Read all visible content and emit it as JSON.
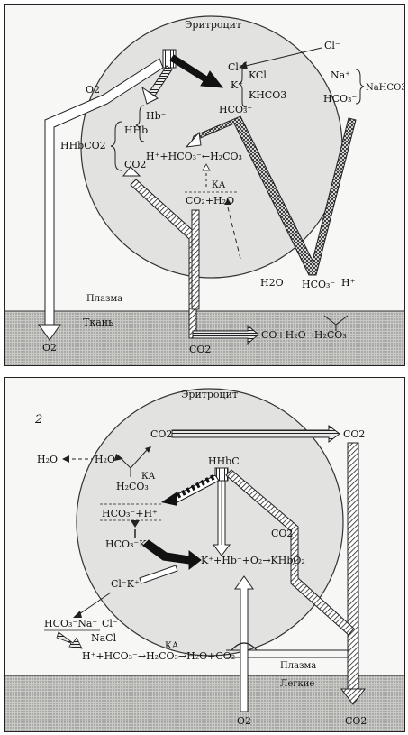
{
  "top": {
    "cell": "Эритроцит",
    "o2": "O2",
    "hhbco2": "HHbCO2",
    "hhb": "HHb",
    "hb_minus": "Hb⁻",
    "co2_inside": "CO2",
    "h_hco3": "H⁺+HCO₃⁻←H₂CO₃",
    "cl_minus_out": "Cl⁻",
    "cl_in": "Cl⁻",
    "k_plus": "K⁺",
    "kcl": "KCl",
    "khco3": "KHCO3",
    "hco3_mid": "HCO₃⁻",
    "na_plus": "Na⁺",
    "hco3_right": "HCO₃⁻",
    "nahco3": "NaHCO3",
    "ka": "КА",
    "co2_h2o": "CO₂+H₂O",
    "h2o": "H2O",
    "hco3_low": "HCO₃⁻",
    "h_plus": "H⁺",
    "plasma": "Плазма",
    "tissue": "Ткань",
    "o2_bottom": "O2",
    "co2_bottom": "CO2",
    "reaction": "CO+H₂O→H₂CO₃"
  },
  "bottom": {
    "cell": "Эритроцит",
    "corner_mark": "2",
    "co2_left": "CO2",
    "co2_right": "CO2",
    "h2o_a": "H₂O",
    "h2o_b": "H₂O",
    "ka1": "КА",
    "h2co3": "H₂CO₃",
    "hhbc": "HHbC",
    "hco3_h": "HCO₃⁻+H⁺",
    "hco3k": "HCO₃⁻K⁺",
    "co2_mid": "CO2",
    "reaction_k": "K⁺+Hb⁻+O₂→KHbO₂",
    "clk": "Cl⁻K⁺",
    "hco3na": "HCO₃⁻Na⁺",
    "cl_minus": "Cl⁻",
    "nacl": "NaCl",
    "bottom_eq": "H⁺+HCO₃⁻→H₂CO₃→H₂O+CO₂",
    "ka2": "КА",
    "plasma": "Плазма",
    "lungs": "Легкие",
    "o2_bottom": "O2",
    "co2_bottom": "CO2"
  }
}
